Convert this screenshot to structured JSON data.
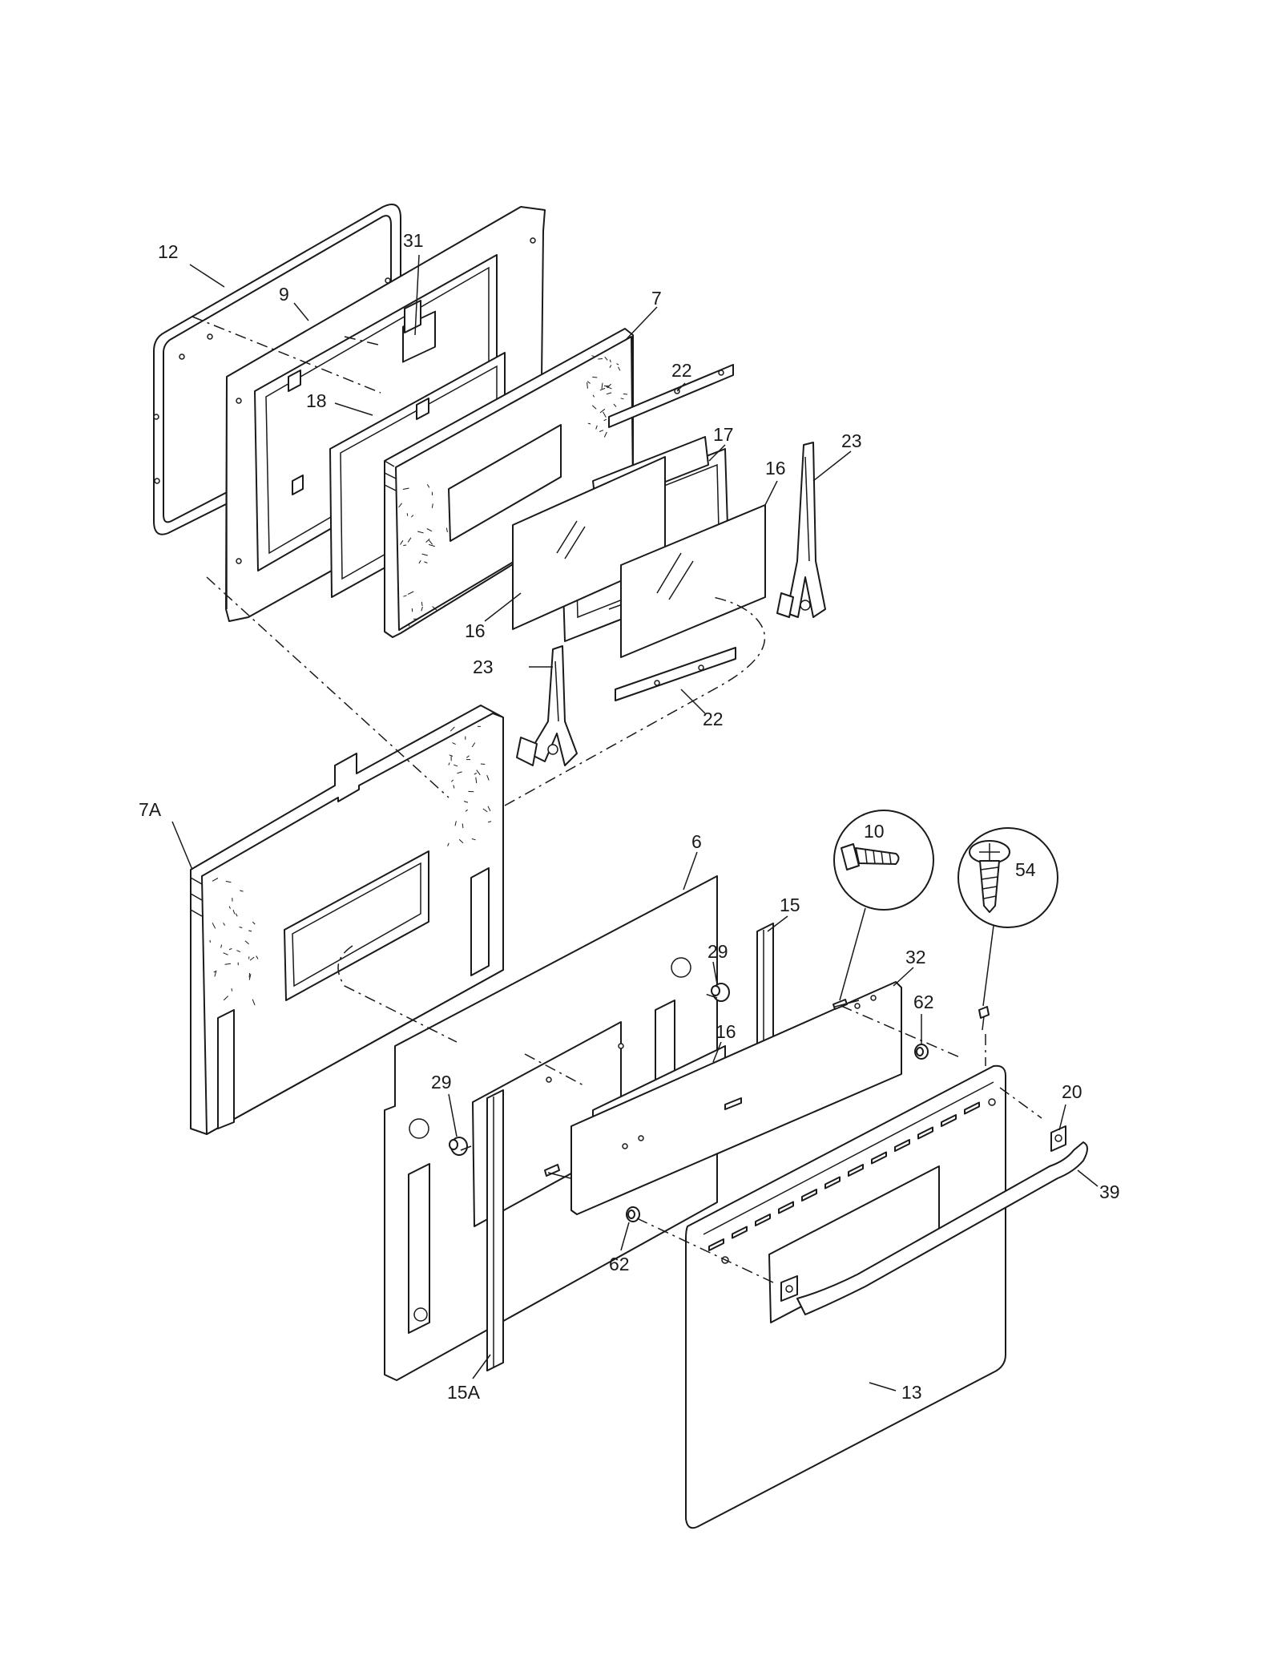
{
  "diagram": {
    "callouts": [
      {
        "id": "c12",
        "text": "12"
      },
      {
        "id": "c31",
        "text": "31"
      },
      {
        "id": "c9",
        "text": "9"
      },
      {
        "id": "c7",
        "text": "7"
      },
      {
        "id": "c22a",
        "text": "22"
      },
      {
        "id": "c18",
        "text": "18"
      },
      {
        "id": "c17",
        "text": "17"
      },
      {
        "id": "c23a",
        "text": "23"
      },
      {
        "id": "c16a",
        "text": "16"
      },
      {
        "id": "c16b",
        "text": "16"
      },
      {
        "id": "c23b",
        "text": "23"
      },
      {
        "id": "c22b",
        "text": "22"
      },
      {
        "id": "c10",
        "text": "10"
      },
      {
        "id": "c54",
        "text": "54"
      },
      {
        "id": "c7A",
        "text": "7A"
      },
      {
        "id": "c6",
        "text": "6"
      },
      {
        "id": "c15",
        "text": "15"
      },
      {
        "id": "c29a",
        "text": "29"
      },
      {
        "id": "c32",
        "text": "32"
      },
      {
        "id": "c62a",
        "text": "62"
      },
      {
        "id": "c16c",
        "text": "16"
      },
      {
        "id": "c29b",
        "text": "29"
      },
      {
        "id": "c20",
        "text": "20"
      },
      {
        "id": "c39",
        "text": "39"
      },
      {
        "id": "c62b",
        "text": "62"
      },
      {
        "id": "c15A",
        "text": "15A"
      },
      {
        "id": "c13",
        "text": "13"
      }
    ]
  }
}
